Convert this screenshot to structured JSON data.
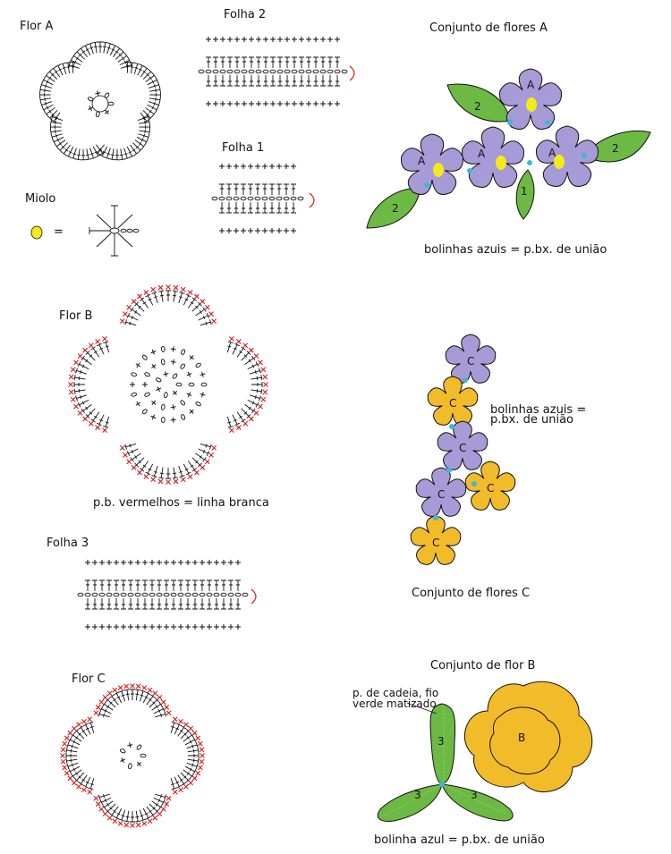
{
  "labels": {
    "flor_a": "Flor A",
    "folha_2": "Folha 2",
    "folha_1": "Folha 1",
    "miolo": "Miolo",
    "miolo_eq": "=",
    "flor_b": "Flor B",
    "p_b_vermelhos": "p.b. vermelhos = linha branca",
    "folha_3": "Folha 3",
    "flor_c": "Flor C",
    "conjunto_a_title": "Conjunto de flores A",
    "conjunto_a_note": "bolinhas azuis = p.bx. de união",
    "conjunto_c_note": "bolinhas azuis = p.bx. de união",
    "conjunto_c_title": "Conjunto de flores C",
    "conjunto_b_title": "Conjunto de flor B",
    "p_cadeia_note": "p. de cadeia, fio verde matizado",
    "conjunto_b_note": "bolinha azul = p.bx. de união"
  },
  "flower_letters": {
    "a": "A",
    "b": "B",
    "c": "C"
  },
  "leaf_numbers": {
    "one": "1",
    "two": "2",
    "three": "3"
  },
  "colors": {
    "violet": "#a69bd6",
    "yellow": "#f2bb2a",
    "leaf_green": "#6cb944",
    "center_yellow": "#f4ea1a",
    "join_blue": "#3bb8d8",
    "stitch_red": "#d61b1b"
  }
}
